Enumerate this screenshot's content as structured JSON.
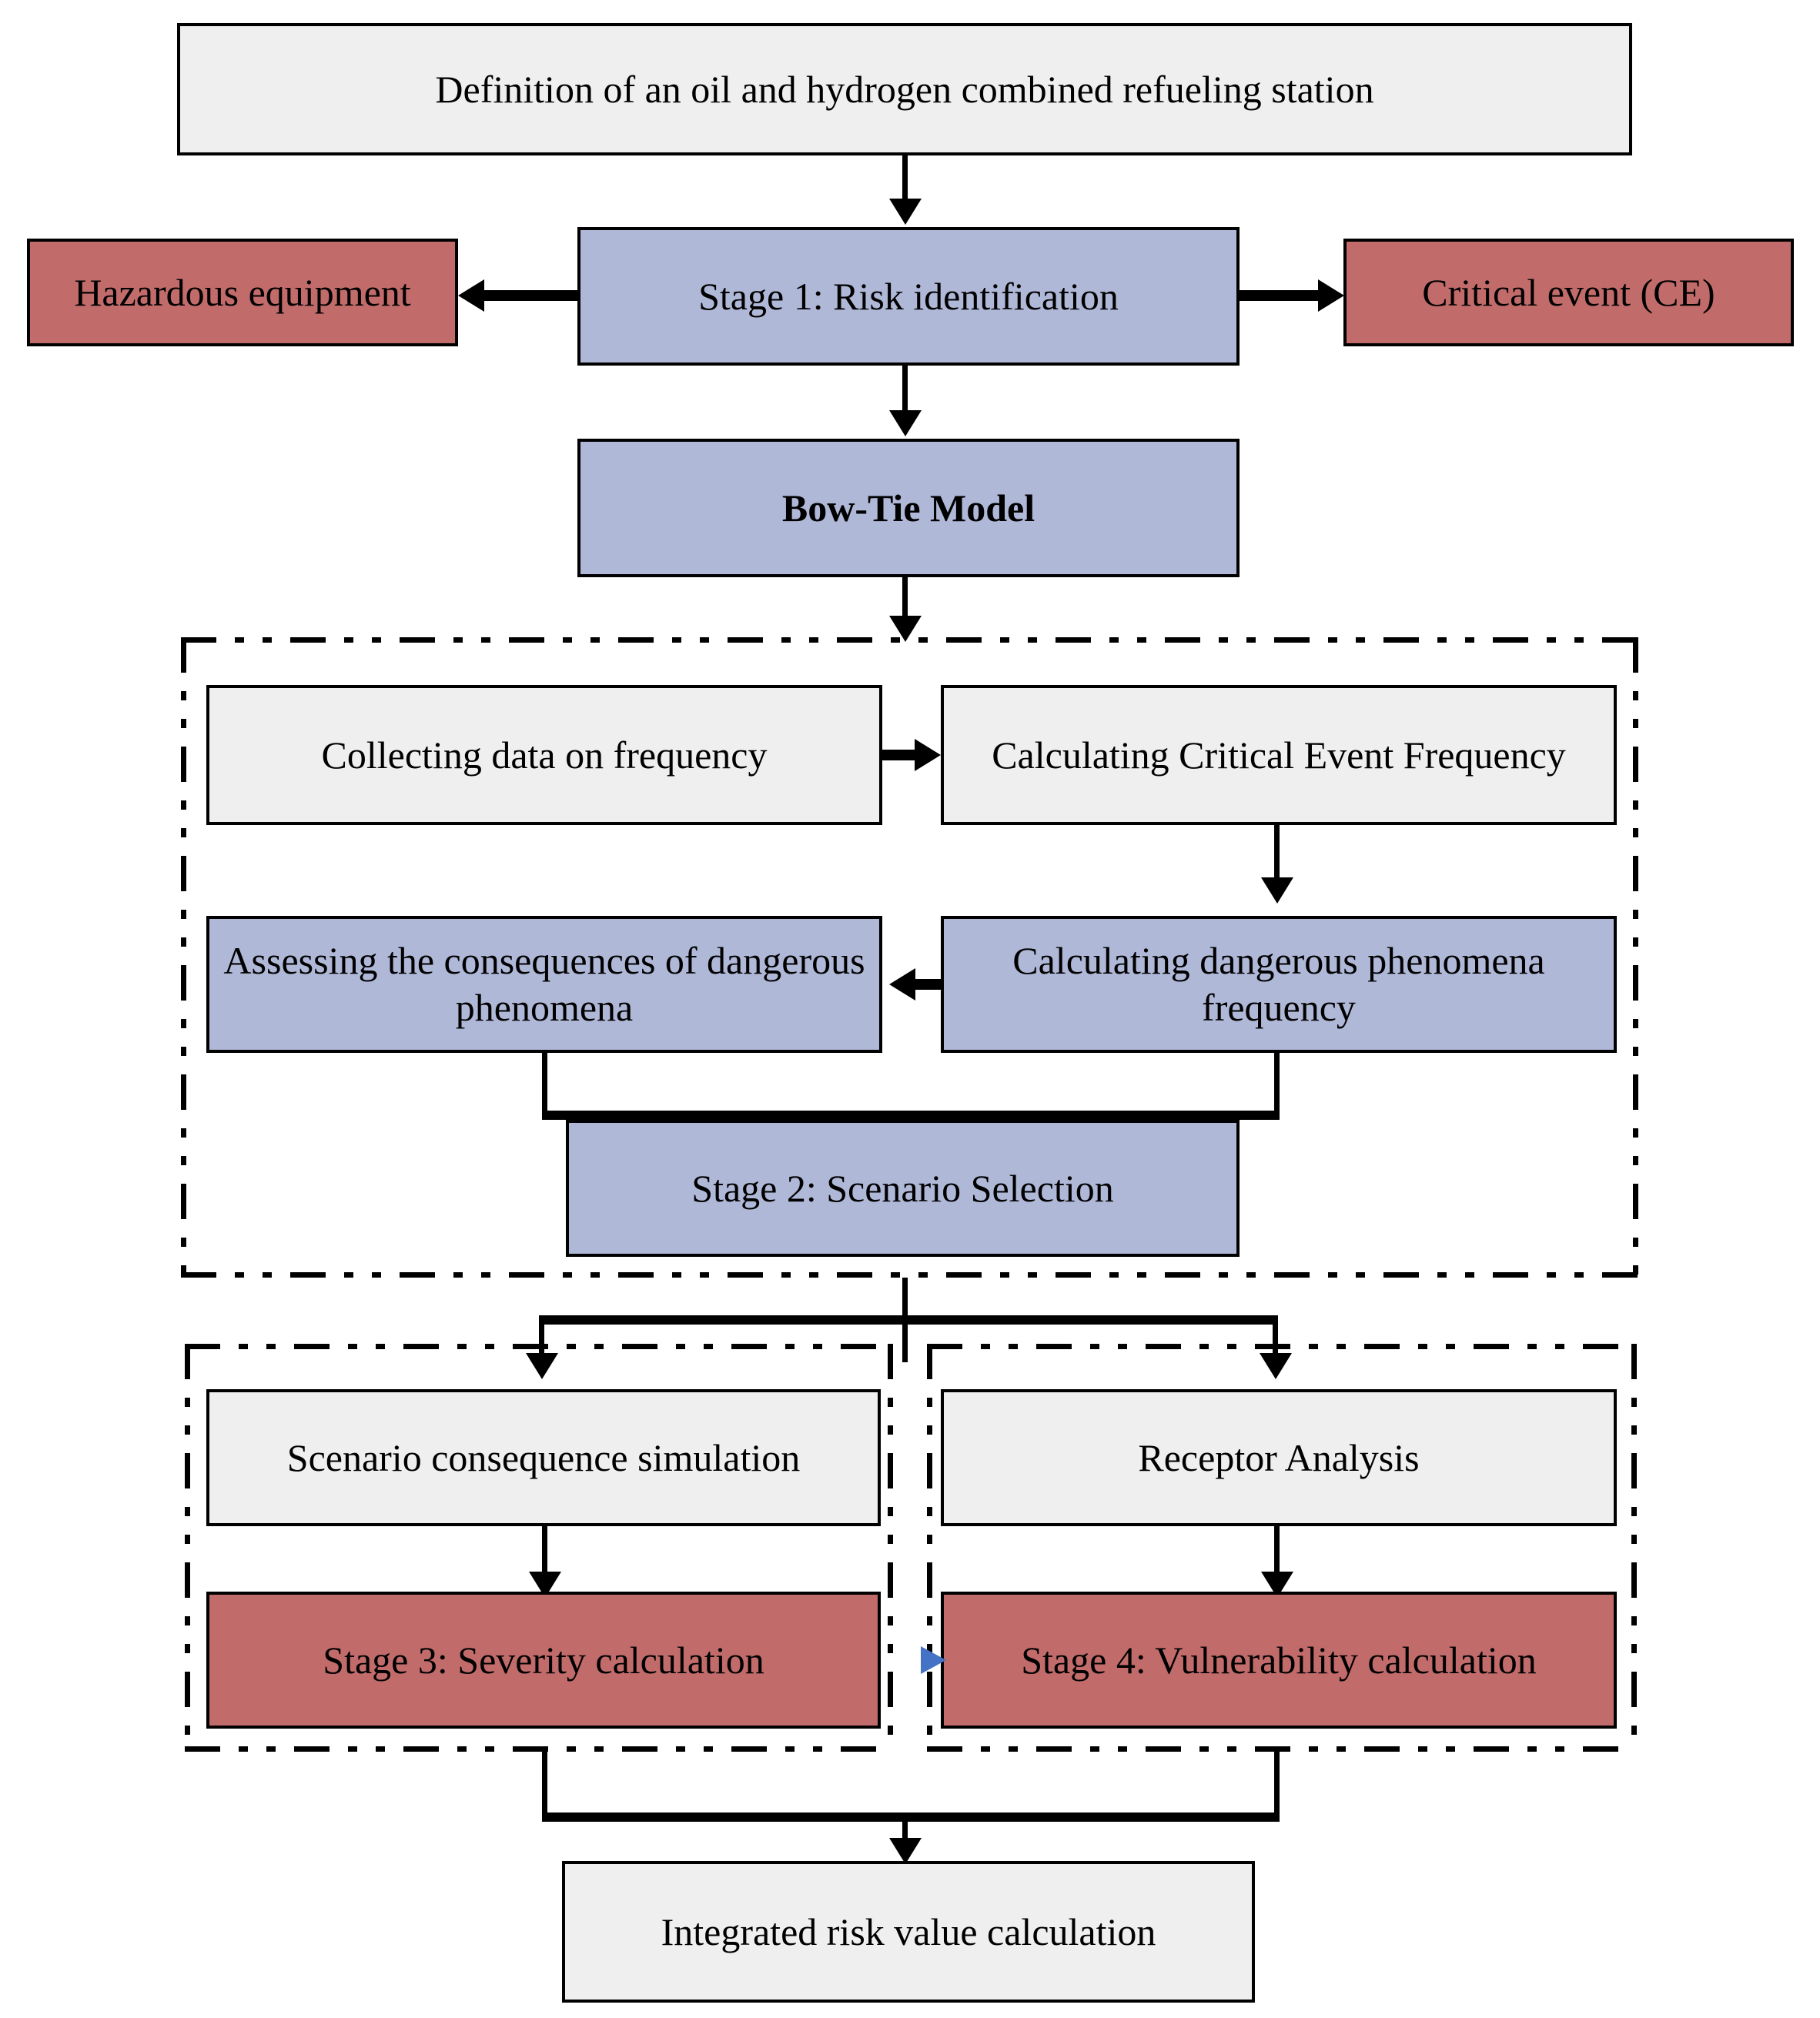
{
  "diagram": {
    "title": "Risk assessment methodology flowchart for an oil and hydrogen combined refueling station",
    "colors": {
      "gray_fill": "#efefef",
      "blue_fill": "#b0b8d8",
      "red_fill": "#c26b6b",
      "stroke": "#000000",
      "cursor": "#4472c4"
    },
    "nodes": {
      "definition": "Definition of  an oil and hydrogen combined refueling station",
      "hazardous_equipment": "Hazardous equipment",
      "stage1": "Stage 1:  Risk identification",
      "critical_event": "Critical event (CE)",
      "bow_tie": "Bow-Tie Model",
      "collecting_data": "Collecting data on frequency",
      "calc_ce_frequency": "Calculating Critical Event Frequency",
      "assessing_consequences": "Assessing the consequences of dangerous phenomena",
      "calc_dp_frequency": "Calculating dangerous phenomena frequency",
      "stage2": "Stage 2:  Scenario Selection",
      "scenario_simulation": "Scenario consequence simulation",
      "receptor_analysis": "Receptor Analysis",
      "stage3": "Stage 3:  Severity calculation",
      "stage4": "Stage 4:  Vulnerability calculation",
      "integrated_risk": "Integrated risk value calculation"
    },
    "groups": {
      "frequency_group": "",
      "severity_group": "",
      "vulnerability_group": ""
    }
  }
}
